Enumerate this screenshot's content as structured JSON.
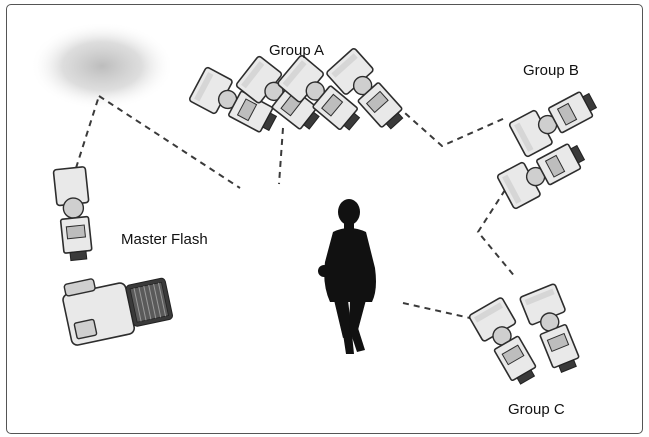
{
  "labels": {
    "master": "Master Flash",
    "group_a": "Group A",
    "group_b": "Group B",
    "group_c": "Group C"
  },
  "icons": [
    "master-flash-camera-icon",
    "speedlite-icon",
    "subject-silhouette-icon",
    "soft-light-glow-icon"
  ],
  "colors": {
    "frame": "#555555",
    "line": "#3a3a3a",
    "device_body": "#e9e9e9",
    "silhouette": "#111111"
  }
}
